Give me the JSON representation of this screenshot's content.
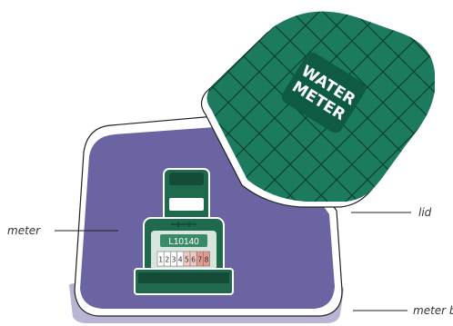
{
  "labels": {
    "meter": "meter",
    "lid": "lid",
    "meter_box": "meter box"
  },
  "lid_logo": {
    "line1": "WATER",
    "line2": "METER"
  },
  "meter": {
    "serial": "L10140",
    "dial_digits": [
      "1",
      "2",
      "3",
      "4",
      "5",
      "6",
      "7",
      "8"
    ],
    "dial_digit_colors": [
      "#ffffff",
      "#ffffff",
      "#ffffff",
      "#ffffff",
      "#f1c9c1",
      "#f1c9c1",
      "#e49a8e",
      "#e49a8e"
    ]
  },
  "colors": {
    "lid_green": "#1c7a5e",
    "lid_dark": "#0f5a44",
    "box_purple": "#6b64a3",
    "box_lip": "#b8b4d4",
    "meter_green": "#1f6a4c",
    "meter_dark": "#154c37"
  }
}
